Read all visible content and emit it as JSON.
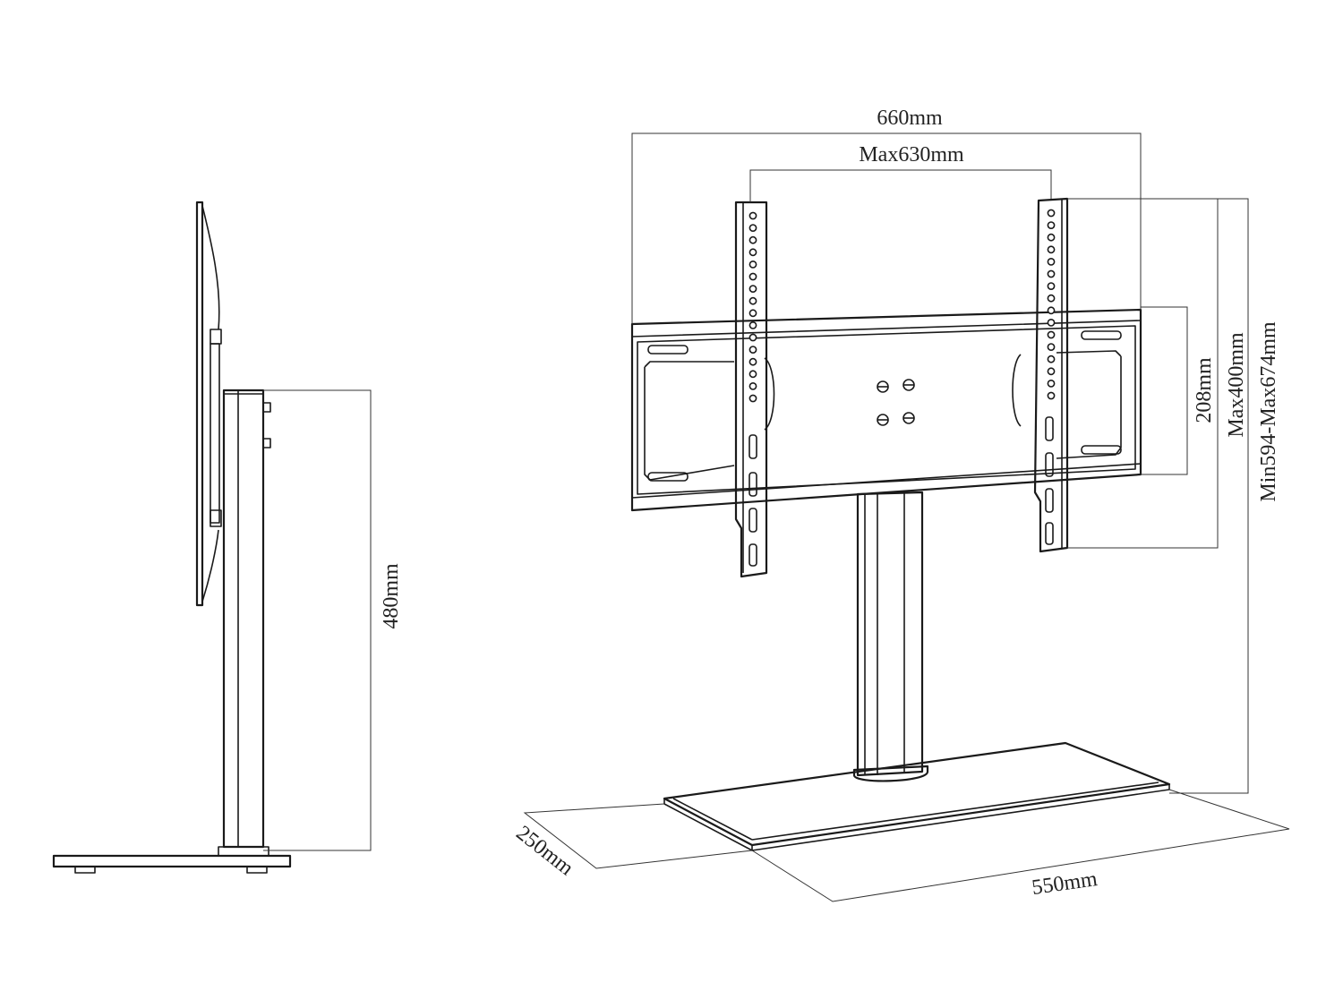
{
  "labels": {
    "total_width": "660mm",
    "max_vesa_width": "Max630mm",
    "bracket_height": "208mm",
    "max_vesa_height": "Max400mm",
    "height_range": "Min594-Max674mm",
    "pole_height": "480mm",
    "base_depth": "250mm",
    "base_width": "550mm"
  }
}
